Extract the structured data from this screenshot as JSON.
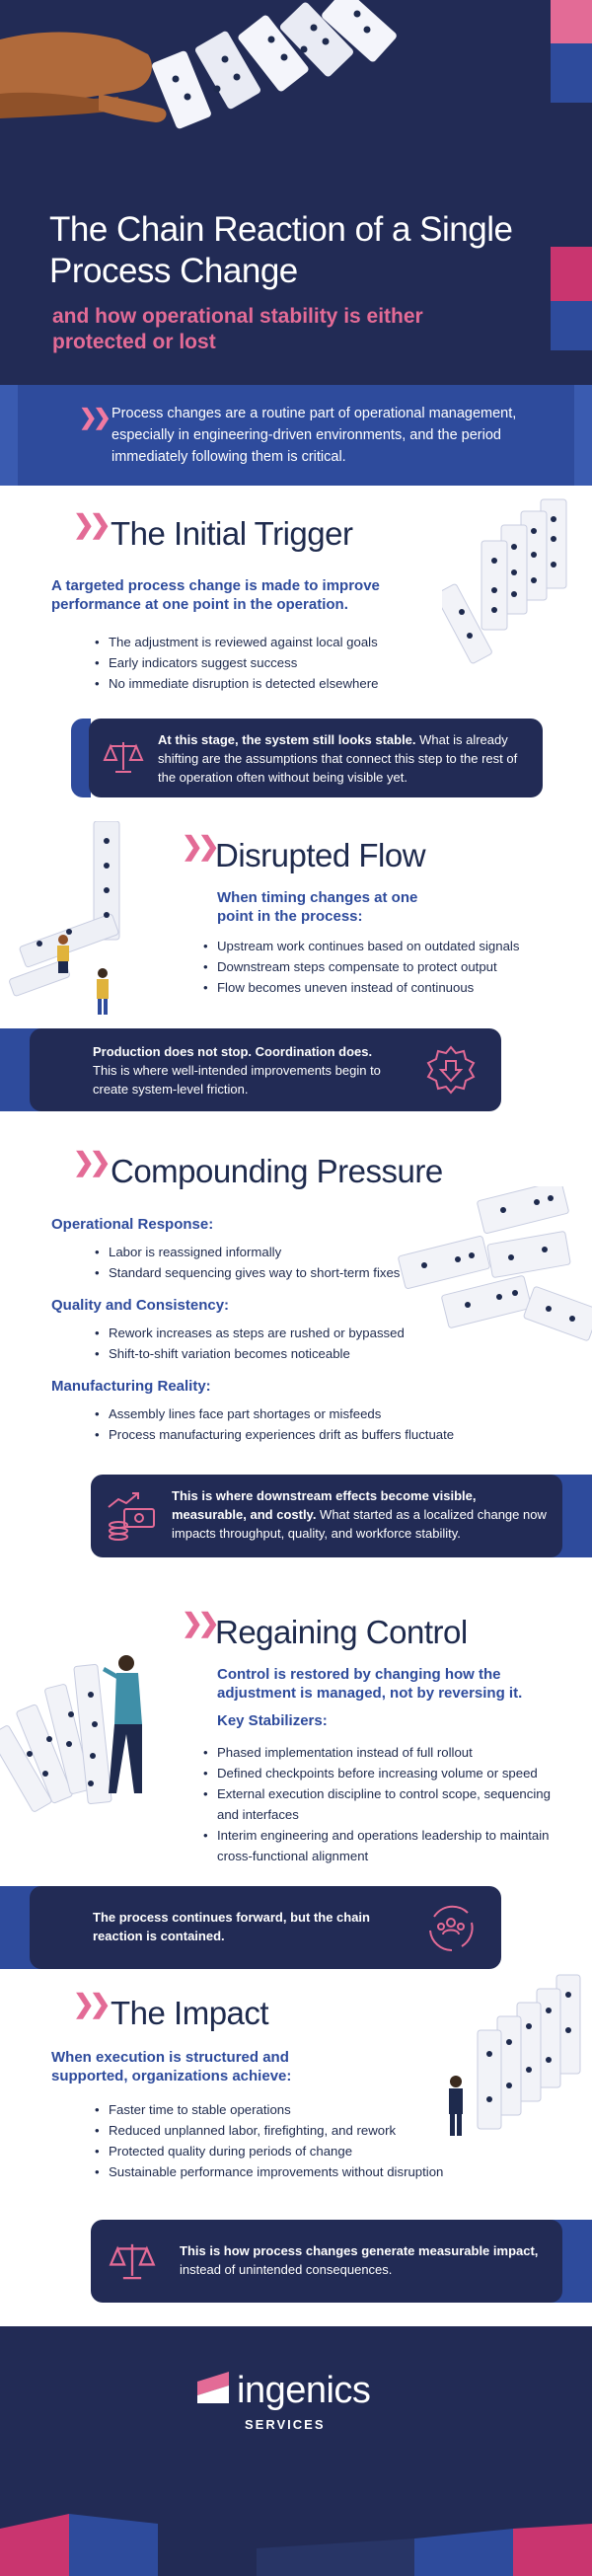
{
  "hero": {
    "title": "The Chain Reaction of a Single Process Change",
    "subtitle": "and how operational stability is either protected or lost"
  },
  "intro": {
    "text": "Process changes are a routine part of operational management, especially in engineering-driven environments, and the period immediately following them is critical."
  },
  "s1": {
    "title": "The Initial Trigger",
    "lead": "A targeted process change is made to improve performance at one point in the operation.",
    "bullets": [
      "The adjustment is reviewed against local goals",
      "Early indicators suggest success",
      "No immediate disruption is detected elsewhere"
    ],
    "callout_bold": "At this stage, the system still looks stable.",
    "callout_text": " What is already shifting are the assumptions that connect this step to the rest of the operation often without being visible yet."
  },
  "s2": {
    "title": "Disrupted Flow",
    "lead": "When timing changes at one point in the process:",
    "bullets": [
      "Upstream work continues based on outdated signals",
      "Downstream steps compensate to protect output",
      "Flow becomes uneven instead of continuous"
    ],
    "callout_bold": "Production does not stop. Coordination does.",
    "callout_text": "This is where well-intended improvements begin to create system-level friction."
  },
  "s3": {
    "title": "Compounding Pressure",
    "groups": [
      {
        "heading": "Operational Response:",
        "bullets": [
          "Labor is reassigned informally",
          "Standard sequencing gives way to short-term fixes"
        ]
      },
      {
        "heading": "Quality and Consistency:",
        "bullets": [
          "Rework increases as steps are rushed or bypassed",
          "Shift-to-shift variation becomes noticeable"
        ]
      },
      {
        "heading": "Manufacturing Reality:",
        "bullets": [
          "Assembly lines face part shortages or misfeeds",
          "Process manufacturing experiences drift as buffers fluctuate"
        ]
      }
    ],
    "callout_bold": "This is where downstream effects become visible, measurable, and costly.",
    "callout_text": " What started as a localized change now impacts throughput, quality, and workforce stability."
  },
  "s4": {
    "title": "Regaining Control",
    "lead": "Control is restored by changing how the adjustment is managed, not by reversing it.",
    "subhead": "Key Stabilizers:",
    "bullets": [
      "Phased implementation instead of full rollout",
      "Defined checkpoints before increasing volume or speed",
      "External execution discipline to control scope, sequencing and interfaces",
      "Interim engineering and operations leadership to maintain cross-functional alignment"
    ],
    "callout_bold": "The process continues forward, but the chain reaction is contained."
  },
  "s5": {
    "title": "The Impact",
    "lead": "When execution is structured and supported, organizations achieve:",
    "bullets": [
      "Faster time to stable operations",
      "Reduced unplanned labor, firefighting, and rework",
      "Protected quality during periods of change",
      "Sustainable performance improvements without disruption"
    ],
    "callout_bold": "This is how process changes generate measurable impact,",
    "callout_text": " instead of unintended consequences."
  },
  "footer": {
    "brand": "ingenics",
    "tagline": "SERVICES"
  },
  "colors": {
    "navy": "#222b55",
    "blue": "#2e4b9c",
    "pink": "#e36b96",
    "magenta": "#c9356f"
  }
}
